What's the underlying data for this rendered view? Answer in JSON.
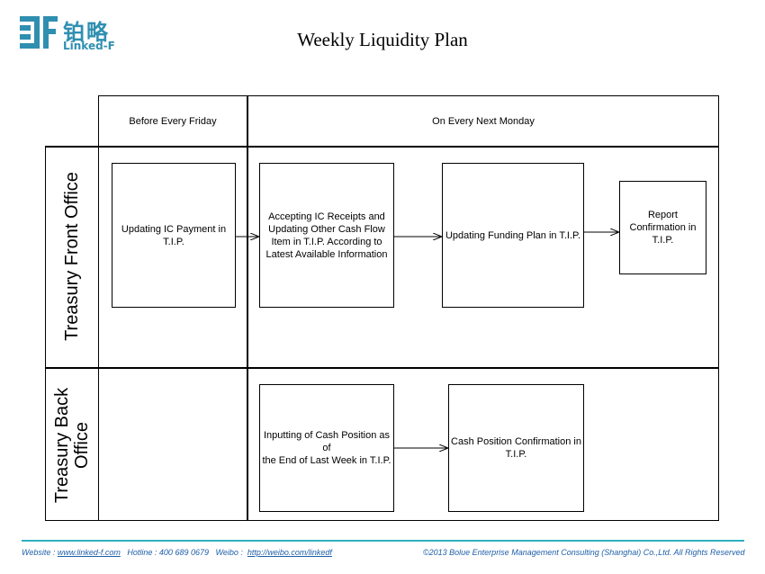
{
  "logo": {
    "cn": "铂略",
    "en": "Linked-F"
  },
  "title": "Weekly Liquidity Plan",
  "columns": {
    "before_friday": "Before Every Friday",
    "next_monday": "On Every Next Monday"
  },
  "lanes": {
    "front": "Treasury Front Office",
    "back": "Treasury Back\nOffice"
  },
  "boxes": {
    "ic_payment": "Updating IC Payment  in\nT.I.P.",
    "ic_receipts": "Accepting IC Receipts and\nUpdating Other Cash Flow\nItem in T.I.P. According to\nLatest Available Information",
    "funding_plan": "Updating Funding Plan in T.I.P.",
    "report_confirmation": "Report\nConfirmation in\nT.I.P.",
    "cash_position_input": "Inputting of Cash Position as of\nthe End of Last Week in T.I.P.",
    "cash_position_confirm": "Cash Position Confirmation in\nT.I.P."
  },
  "footer": {
    "website_label": "Website : ",
    "website_url": "www.linked-f.com",
    "hotline": "Hotline : 400 689 0679",
    "weibo_label": "Weibo : ",
    "weibo_url": "http://weibo.com/linkedf",
    "copyright": "©2013 Bolue Enterprise Management Consulting (Shanghai) Co.,Ltd. All Rights Reserved"
  }
}
